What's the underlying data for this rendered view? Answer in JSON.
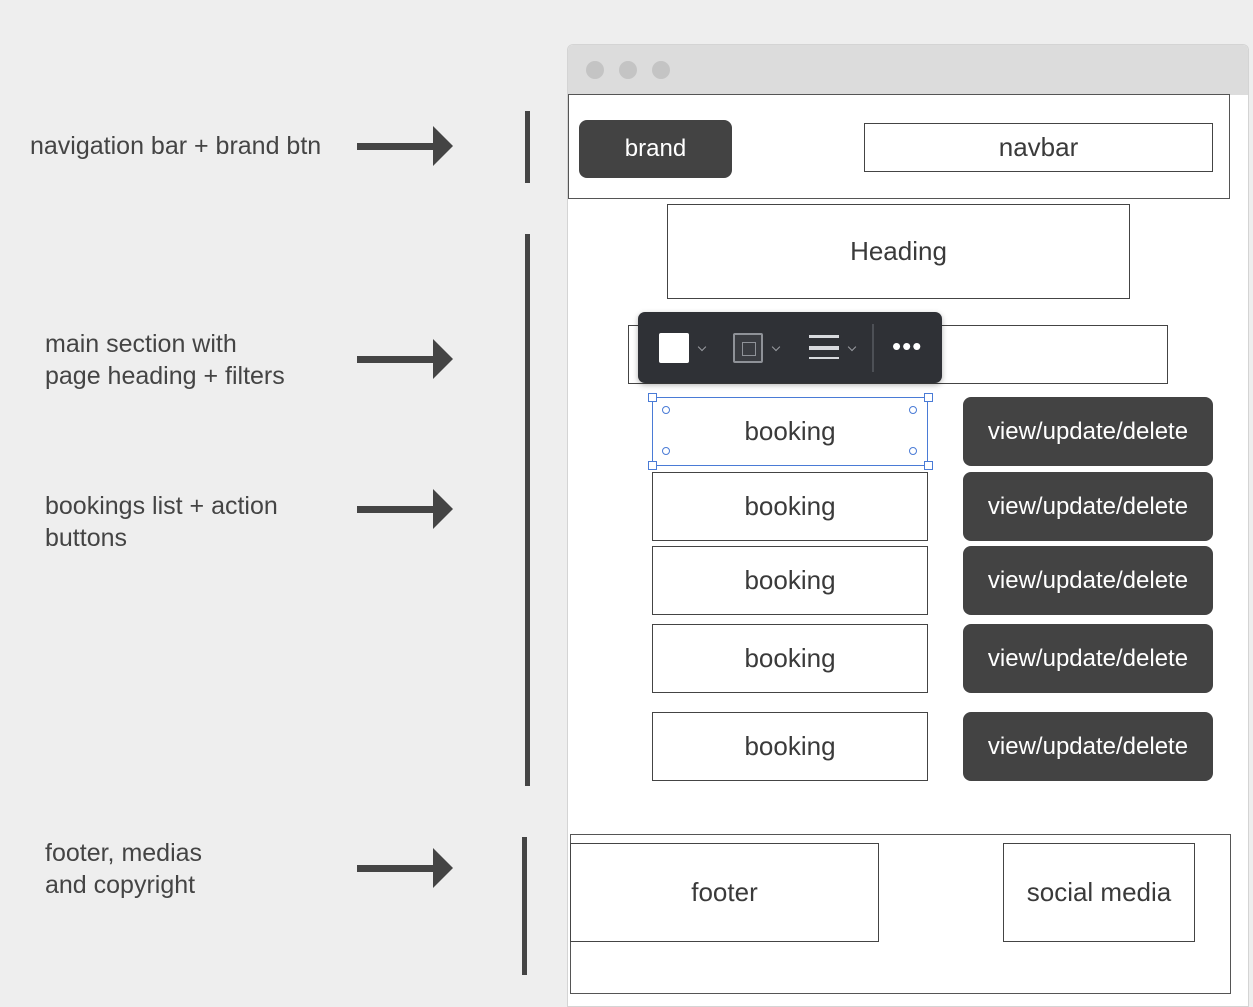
{
  "annotations": {
    "nav": "navigation bar + brand btn",
    "main_line1": "main section with",
    "main_line2": "page heading + filters",
    "list_line1": "bookings list + action",
    "list_line2": "buttons",
    "footer_line1": "footer, medias",
    "footer_line2": "and copyright"
  },
  "wireframe": {
    "brand_label": "brand",
    "navbar_label": "navbar",
    "heading_label": "Heading",
    "bookings": [
      {
        "label": "booking",
        "action": "view/update/delete"
      },
      {
        "label": "booking",
        "action": "view/update/delete"
      },
      {
        "label": "booking",
        "action": "view/update/delete"
      },
      {
        "label": "booking",
        "action": "view/update/delete"
      },
      {
        "label": "booking",
        "action": "view/update/delete"
      }
    ],
    "footer_label": "footer",
    "social_label": "social media"
  },
  "toolbar": {
    "fill_icon": "fill-swatch-icon",
    "stroke_icon": "stroke-style-icon",
    "line_icon": "line-weight-icon",
    "more_icon": "more-options-icon",
    "more_glyph": "•••"
  },
  "colors": {
    "dark_button": "#434343",
    "selection": "#4a7bd6",
    "toolbar_bg": "#2f3136"
  }
}
